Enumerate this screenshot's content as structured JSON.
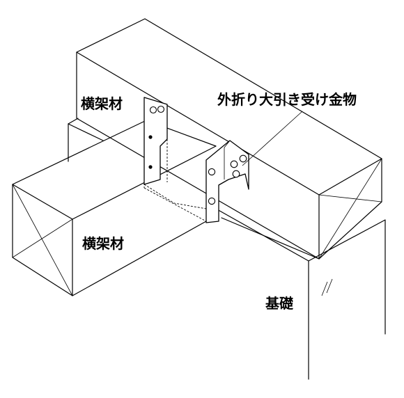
{
  "labels": {
    "beam_upper": "横架材",
    "beam_lower": "横架材",
    "hardware": "外折り大引き受け金物",
    "foundation": "基礎"
  }
}
